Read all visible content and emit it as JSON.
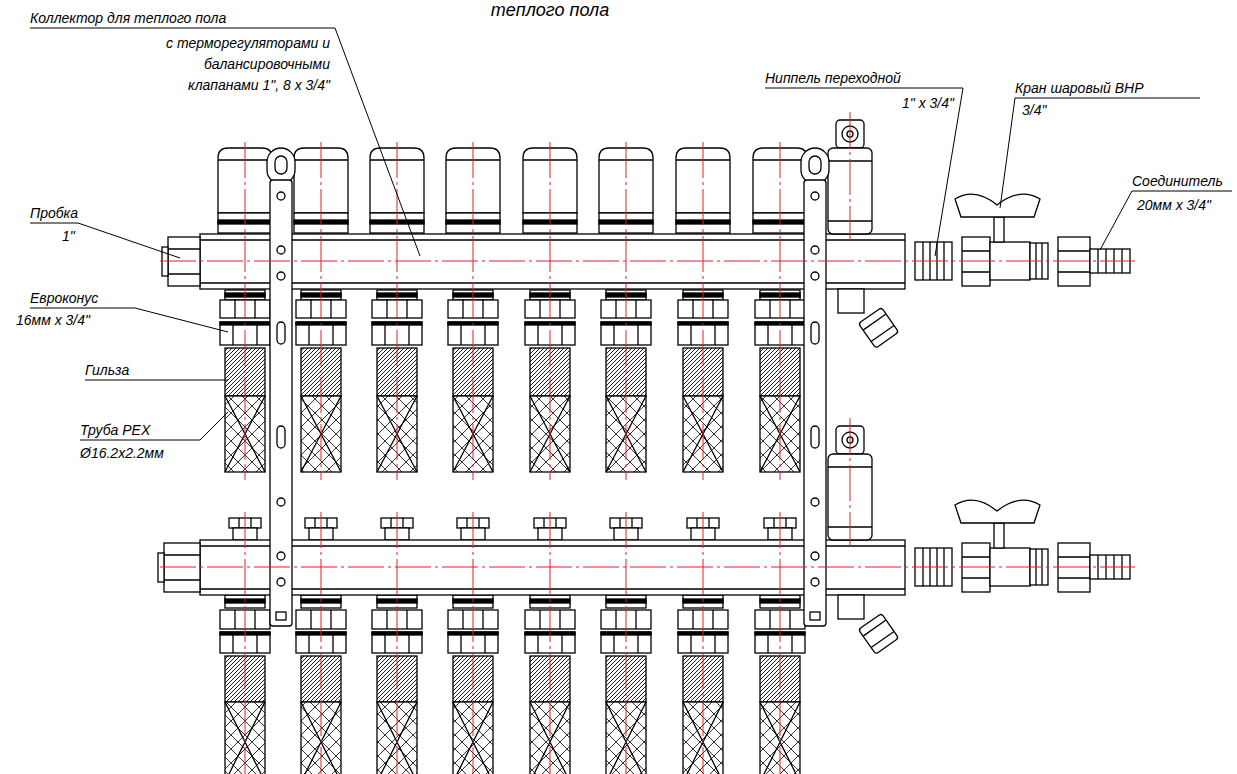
{
  "diagram": {
    "title": "теплого пола",
    "labels": [
      "Коллектор для теплого пола",
      "с терморегуляторами и балансировочными клапанами 1\", 8 х 3/4\"",
      "Ниппель переходной",
      "1\" х 3/4\"",
      "Кран шаровый ВНР",
      "3/4\"",
      "Соединитель",
      "20мм х 3/4\"",
      "Пробка",
      "1\"",
      "Евроконус",
      "16мм х 3/4\"",
      "Гильза",
      "Труба PEX",
      "Ø16.2х2.2мм"
    ]
  }
}
